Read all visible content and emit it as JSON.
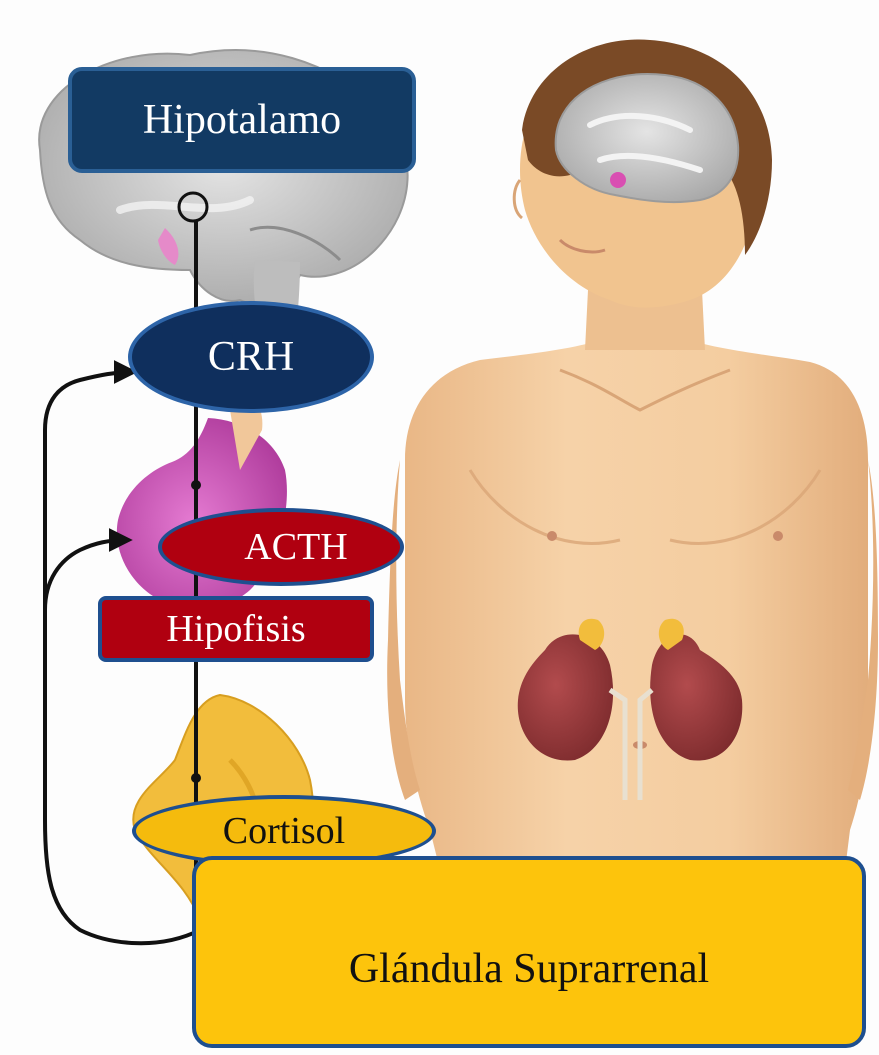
{
  "diagram": {
    "labels": {
      "hipotalamo": "Hipotalamo",
      "crh": "CRH",
      "acth": "ACTH",
      "hipofisis": "Hipofisis",
      "cortisol": "Cortisol",
      "glandula": "Glándula Suprarrenal"
    },
    "colors": {
      "hipotalamo_fill": "#123a63",
      "crh_fill": "#0f2f5d",
      "acth_fill": "#b00010",
      "hipofisis_fill": "#b00010",
      "cortisol_fill": "#f5bb0d",
      "glandula_fill": "#fdc40c",
      "label_border": "#1e4f8f",
      "pituitary": "#d458c0",
      "adrenal": "#f2bd3c",
      "kidney": "#9a3a3c",
      "skin": "#f2c89a",
      "hair": "#7a4a26",
      "brain": "#c9c9c9",
      "line": "#111111"
    }
  }
}
